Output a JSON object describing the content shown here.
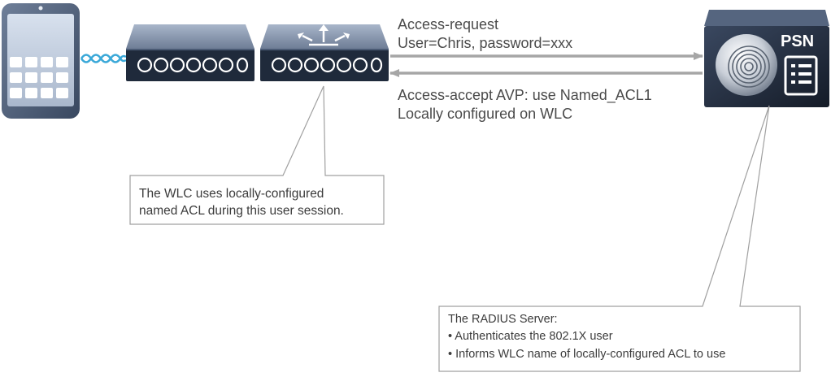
{
  "messages": {
    "request_line1": "Access-request",
    "request_line2": "User=Chris, password=xxx",
    "accept_line1": "Access-accept AVP: use Named_ACL1",
    "accept_line2": "Locally configured on WLC"
  },
  "devices": {
    "psn_label": "PSN"
  },
  "callouts": {
    "wlc": {
      "line1": "The WLC uses locally-configured",
      "line2": "named ACL during this user session."
    },
    "radius": {
      "title": "The RADIUS Server:",
      "bullets": [
        "• Authenticates the 802.1X user",
        "• Informs WLC name of locally-configured ACL to use"
      ]
    }
  },
  "icons": {
    "tablet": "tablet-icon",
    "access_point": "access-point-icon",
    "wlc": "wireless-controller-icon",
    "psn": "psn-server-icon",
    "fingerprint": "fingerprint-icon",
    "document": "document-list-icon",
    "wireless": "wireless-link-icon"
  },
  "colors": {
    "device_dark": "#1f2a3b",
    "device_light": "#8c9cb4",
    "arrow": "#a6a6a6",
    "text": "#4a4a4a",
    "wireless": "#3aa8d8"
  }
}
